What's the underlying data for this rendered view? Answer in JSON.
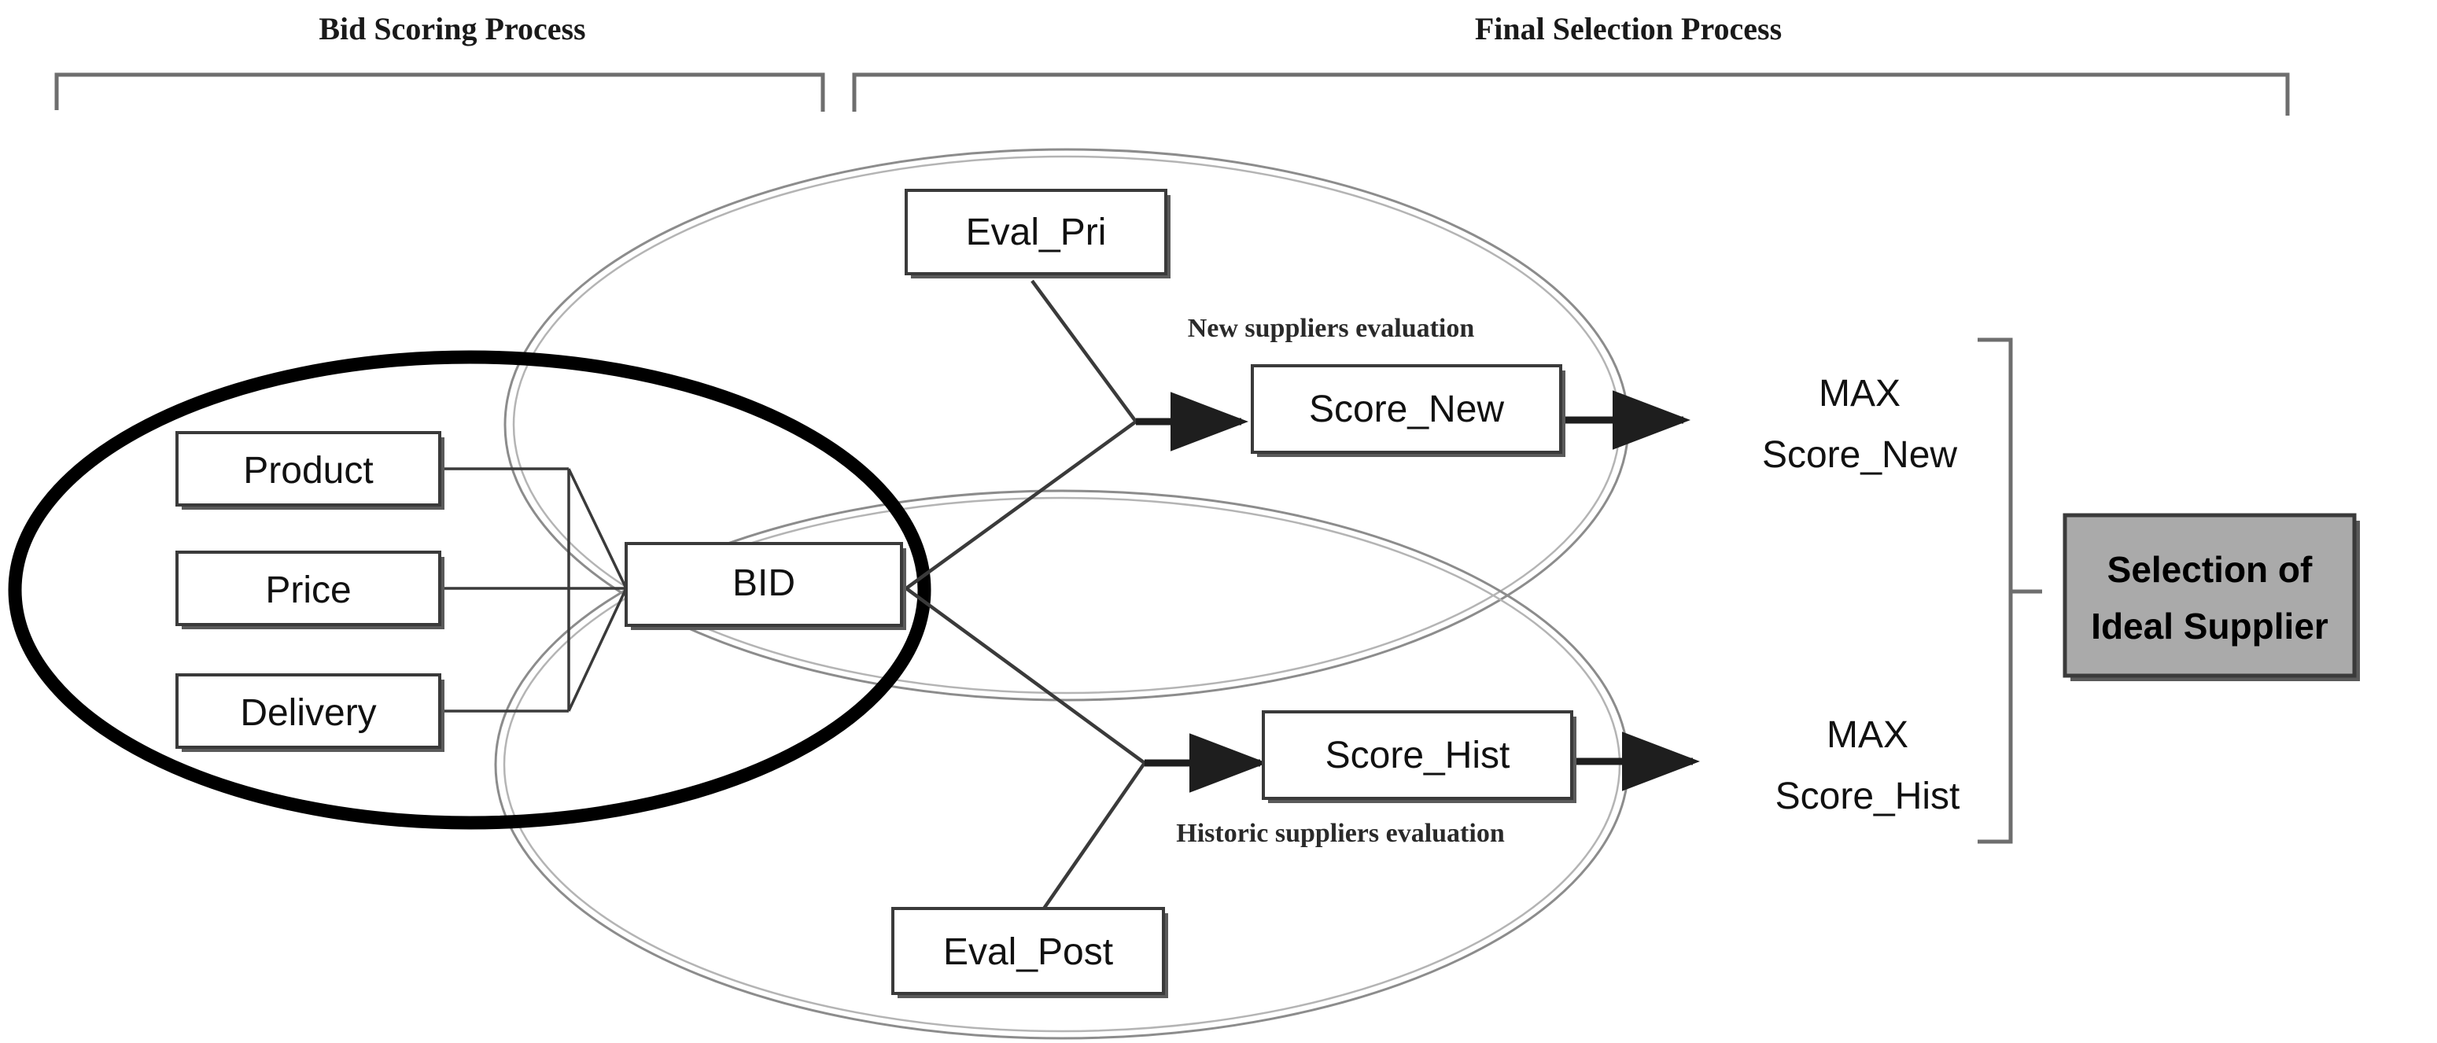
{
  "page": {
    "title": "Bid Scoring and Final Selection Process Diagram",
    "background_color": "#ffffff"
  },
  "headers": [
    {
      "id": "bid-scoring",
      "label": "Bid Scoring Process"
    },
    {
      "id": "final-selection",
      "label": "Final Selection Process"
    }
  ],
  "nodes": {
    "product": "Product",
    "price": "Price",
    "delivery": "Delivery",
    "bid": "BID",
    "eval_pri": "Eval_Pri",
    "eval_post": "Eval_Post",
    "score_new": "Score_New",
    "score_hist": "Score_Hist"
  },
  "annotations": {
    "new_suppliers": "New suppliers evaluation",
    "historic_suppliers": "Historic suppliers evaluation"
  },
  "outputs": {
    "max_new_line1": "MAX",
    "max_new_line2": "Score_New",
    "max_hist_line1": "MAX",
    "max_hist_line2": "Score_Hist"
  },
  "result": {
    "line1": "Selection of",
    "line2": "Ideal Supplier",
    "fill_color": "#aaaaaa",
    "border_color": "#3a3a3a"
  },
  "colors": {
    "thick_ellipse": "#000000",
    "thin_ellipse": "#8c8c8c",
    "box_border": "#3a3a3a",
    "text": "#111111",
    "bracket": "#6e6e6e"
  }
}
